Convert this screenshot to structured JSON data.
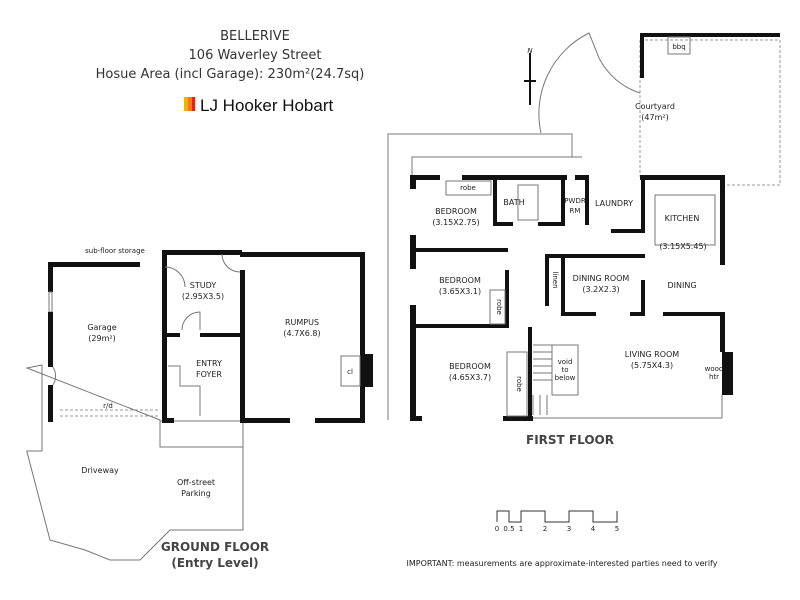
{
  "header": {
    "suburb": "BELLERIVE",
    "address": "106 Waverley Street",
    "area": "Hosue Area (incl Garage): 230m²(24.7sq)",
    "brand": "LJ Hooker Hobart",
    "brand_colors": [
      "#f5b400",
      "#f07b1e",
      "#e2231a"
    ]
  },
  "ground_floor": {
    "title": "GROUND FLOOR",
    "subtitle": "(Entry Level)",
    "rooms": {
      "sub_floor": "sub-floor storage",
      "garage": "Garage",
      "garage_size": "(29m²)",
      "roller_door": "r/d",
      "study": "STUDY",
      "study_size": "(2.95X3.5)",
      "entry": "ENTRY",
      "foyer": "FOYER",
      "rumpus": "RUMPUS",
      "rumpus_size": "(4.7X6.8)",
      "closet": "cl",
      "driveway": "Driveway",
      "parking_1": "Off-street",
      "parking_2": "Parking"
    }
  },
  "first_floor": {
    "title": "FIRST FLOOR",
    "north": "N",
    "rooms": {
      "courtyard": "Courtyard",
      "courtyard_size": "(47m²)",
      "bbq": "bbq",
      "robe": "robe",
      "bedroom": "BEDROOM",
      "bed1_size": "(3.15X2.75)",
      "bed2_size": "(3.65X3.1)",
      "bed3_size": "(4.65X3.7)",
      "bath": "BATH",
      "pwdr": "PWDR",
      "rm": "RM",
      "laundry": "LAUNDRY",
      "kitchen": "KITCHEN",
      "kitchen_size": "(3.15X5.45)",
      "linen": "linen",
      "dining_room": "DINING ROOM",
      "dining_room_size": "(3.2X2.3)",
      "dining": "DINING",
      "living": "LIVING ROOM",
      "living_size": "(5.75X4.3)",
      "void_1": "void",
      "void_2": "to",
      "void_3": "below",
      "wood": "wood",
      "htr": "htr"
    }
  },
  "scale_bar": {
    "ticks": [
      "0",
      "0.5",
      "1",
      "2",
      "3",
      "4",
      "5"
    ]
  },
  "disclaimer": "IMPORTANT: measurements are approximate-interested parties need to verify"
}
